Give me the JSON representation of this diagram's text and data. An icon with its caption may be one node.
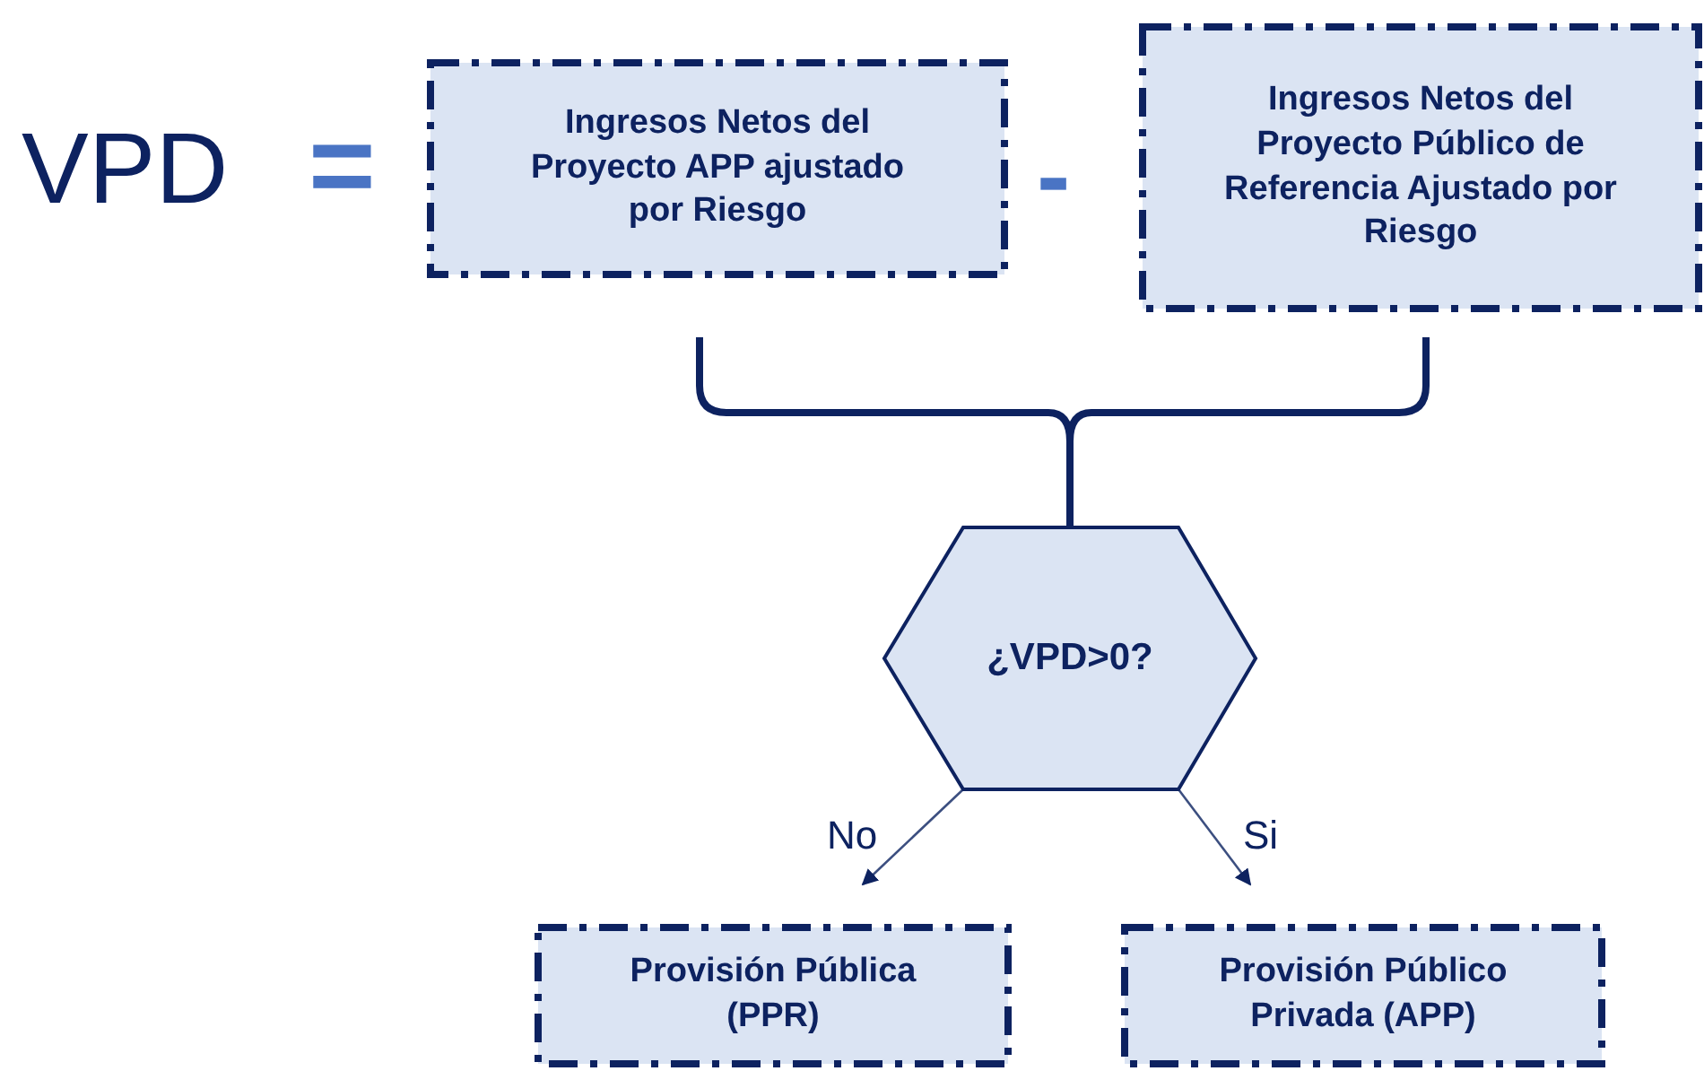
{
  "diagram": {
    "nodes": [
      {
        "text": [
          "Ingresos Netos del Proyecto APP ajustado por Riesgo"
        ]
      },
      {
        "text": [
          "Ingresos Netos del Proyecto Público de Referencia Ajustado por Riesgo"
        ]
      },
      {
        "text": [
          "¿VPD>0?"
        ]
      },
      {
        "text": [
          "Provisión Pública (PPR)"
        ]
      },
      {
        "text": [
          "Provisión Público Privada (APP)"
        ]
      }
    ],
    "edges": [
      {
        "from": 0,
        "to": 2,
        "arrow": "none",
        "style": "thick"
      },
      {
        "from": 1,
        "to": 2,
        "arrow": "none",
        "style": "thick"
      },
      {
        "from": 2,
        "to": 3,
        "arrow": "to",
        "label": "No"
      },
      {
        "from": 2,
        "to": 4,
        "arrow": "to",
        "label": "Si"
      }
    ],
    "labels": [
      "VPD",
      "=",
      "-"
    ]
  }
}
